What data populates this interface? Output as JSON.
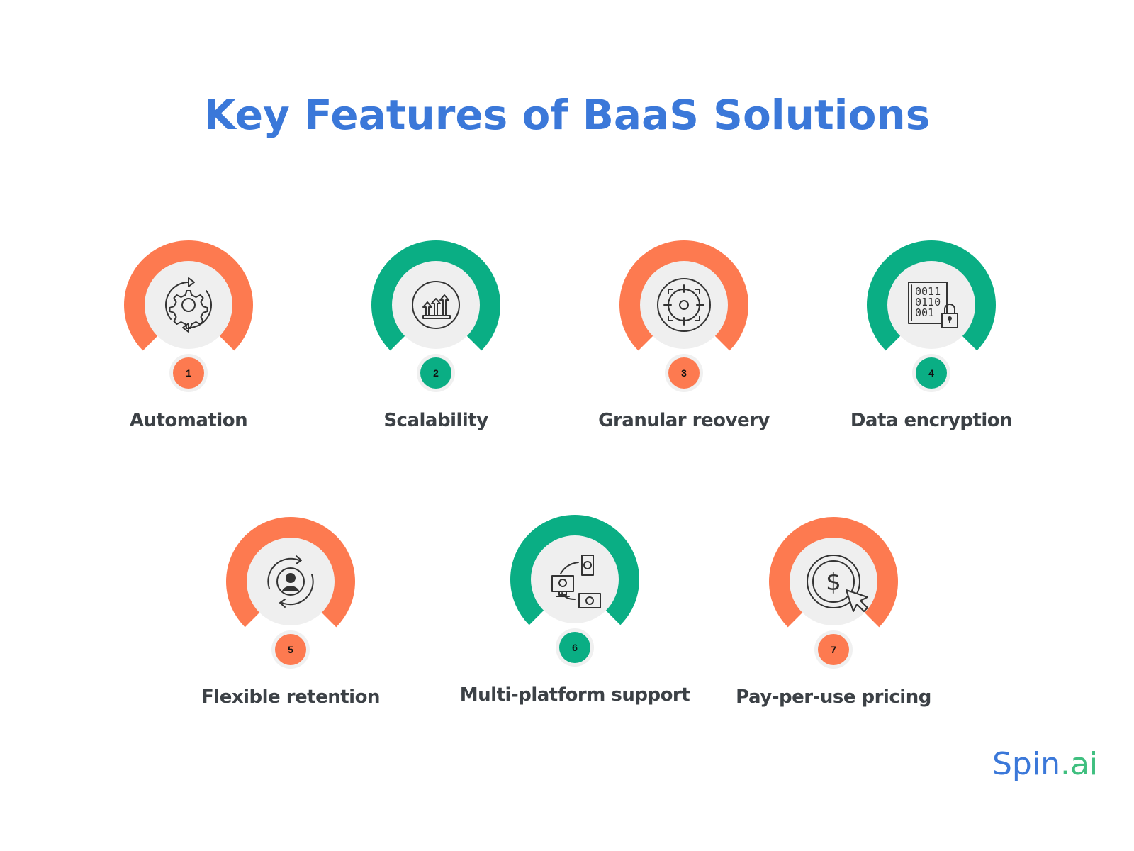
{
  "title": "Key Features of BaaS Solutions",
  "colors": {
    "orange": "#fd7a50",
    "green": "#0aae84",
    "inner": "#efefef",
    "title": "#3b78d9"
  },
  "features": [
    {
      "number": "1",
      "label": "Automation",
      "color": "orange",
      "icon": "gear-cycle-icon"
    },
    {
      "number": "2",
      "label": "Scalability",
      "color": "green",
      "icon": "growth-arrows-icon"
    },
    {
      "number": "3",
      "label": "Granular reovery",
      "color": "orange",
      "icon": "target-icon"
    },
    {
      "number": "4",
      "label": "Data encryption",
      "color": "green",
      "icon": "binary-lock-icon"
    },
    {
      "number": "5",
      "label": "Flexible retention",
      "color": "orange",
      "icon": "user-cycle-icon"
    },
    {
      "number": "6",
      "label": "Multi-platform support",
      "color": "green",
      "icon": "devices-sync-icon"
    },
    {
      "number": "7",
      "label": "Pay-per-use pricing",
      "color": "orange",
      "icon": "dollar-click-icon"
    }
  ],
  "logo": {
    "part1": "Spin",
    "part2": ".ai"
  }
}
